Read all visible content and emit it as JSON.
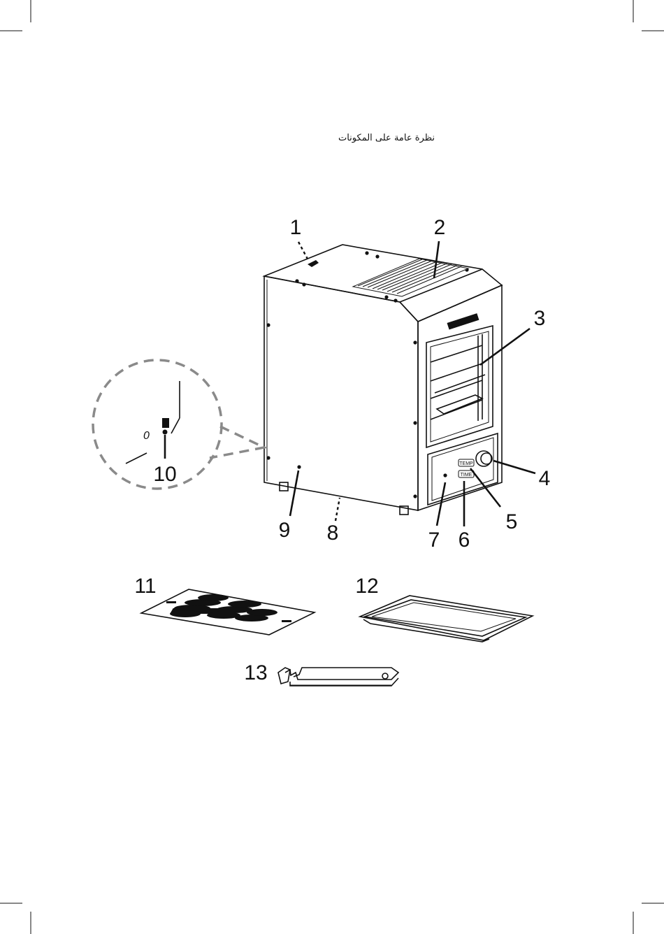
{
  "page": {
    "title": "نظرة عامة على المكونات"
  },
  "diagram": {
    "callouts": [
      "1",
      "2",
      "3",
      "4",
      "5",
      "6",
      "7",
      "8",
      "9",
      "10",
      "11",
      "12",
      "13"
    ],
    "panel_labels": {
      "temp": "TEMP",
      "time": "TIME"
    }
  }
}
